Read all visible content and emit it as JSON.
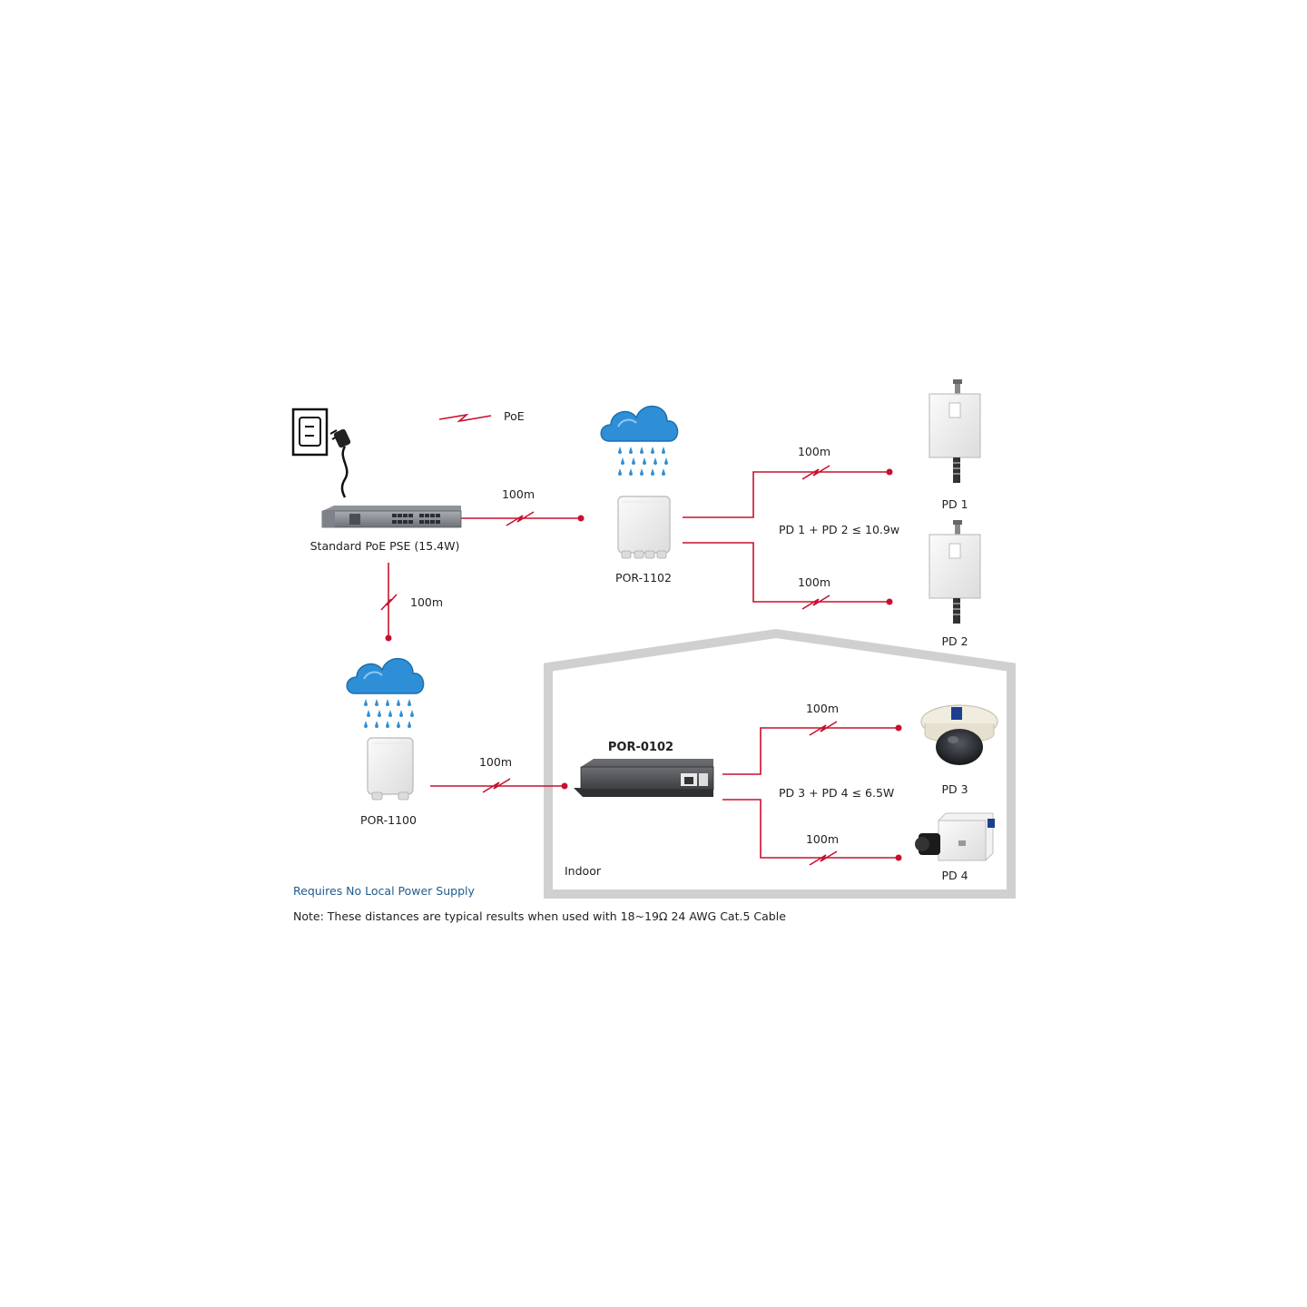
{
  "legend": {
    "label": "PoE"
  },
  "devices": {
    "pse": "Standard PoE PSE (15.4W)",
    "por1102": "POR-1102",
    "por1100": "POR-1100",
    "por0102": "POR-0102",
    "pd1": "PD 1",
    "pd2": "PD 2",
    "pd3": "PD 3",
    "pd4": "PD 4"
  },
  "links": {
    "pse_por1102": "100m",
    "pse_por1100": "100m",
    "por1102_pd1": "100m",
    "por1102_pd2": "100m",
    "por1100_por0102": "100m",
    "por0102_pd3": "100m",
    "por0102_pd4": "100m"
  },
  "budgets": {
    "pd12": "PD 1 + PD 2 ≤ 10.9w",
    "pd34": "PD 3 + PD 4 ≤ 6.5W"
  },
  "zone": {
    "indoor": "Indoor"
  },
  "notes": {
    "power": "Requires No Local Power Supply",
    "cable": "Note: These distances are typical results when used with 18~19Ω 24 AWG Cat.5 Cable"
  },
  "colors": {
    "cable": "#c8102e",
    "house": "#d0d0d0",
    "cloud": "#2e8fd6",
    "rain": "#2e8fd6",
    "note_blue": "#1f5b8e"
  }
}
